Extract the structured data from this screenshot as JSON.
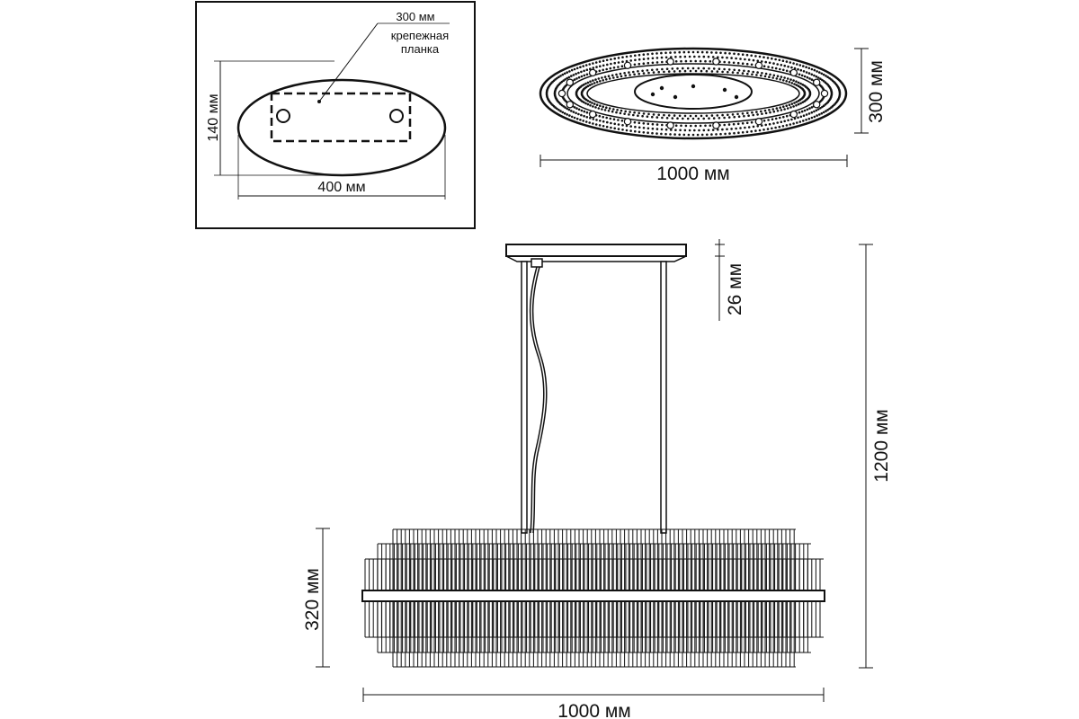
{
  "colors": {
    "line": "#111111",
    "background": "#ffffff"
  },
  "mount_plate_view": {
    "dimensions": {
      "height": "140 мм",
      "width": "400 мм",
      "bracket_length": "300 мм"
    },
    "callout": {
      "line1": "крепежная",
      "line2": "планка"
    }
  },
  "top_view": {
    "dimensions": {
      "length": "1000 мм",
      "depth": "300 мм"
    }
  },
  "side_view": {
    "dimensions": {
      "total_height": "1200 мм",
      "canopy_height": "26 мм",
      "body_height": "320 мм",
      "length": "1000 мм"
    }
  }
}
